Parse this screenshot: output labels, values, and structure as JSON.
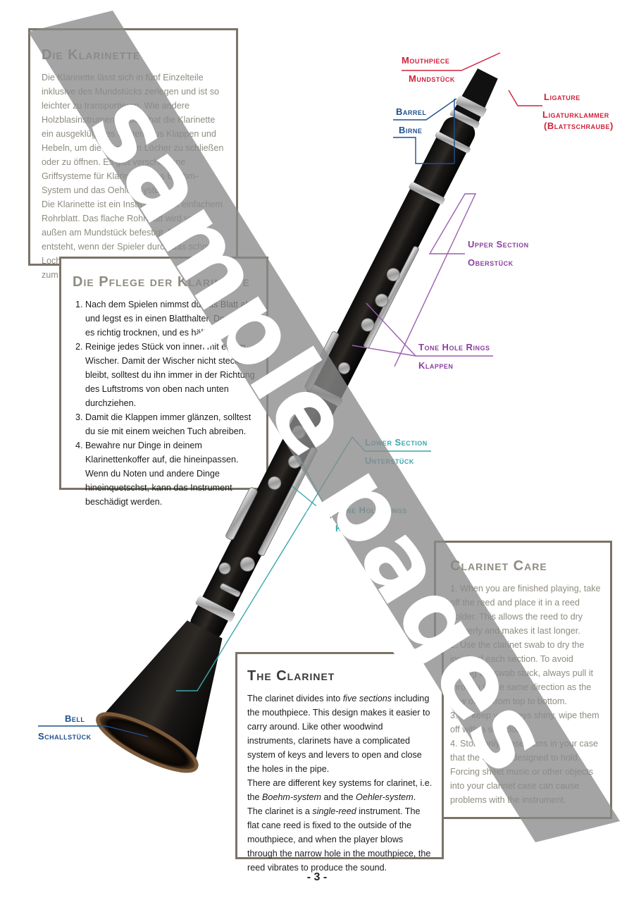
{
  "german_box": {
    "title": "Die Klarinette",
    "paragraphs": [
      "Die Klarinette lässt sich in fünf Einzelteile inklusive des Mundstücks zerlegen und ist so leichter zu transportieren. Wie andere Holzblasinstrumente auch, hat die Klarinette ein ausgeklügeltes System aus Klappen und Hebeln, um die einzelnen Löcher zu schließen oder zu öffnen. Es gibt verschiedene Griffsysteme für Klarinette: Das Boehm-System und das Oehler-System.",
      "Die Klarinette ist ein Instrument mit einfachem Rohrblatt. Das flache Rohrblatt wird von außen am Mundstück befestigt. Der Ton entsteht, wenn der Spieler durch das schmale Loch im Mundstück bläst und somit das Blatt zum Vibrieren bringt."
    ]
  },
  "german_care_box": {
    "title": "Die Pflege der Klarinette",
    "items": [
      "Nach dem Spielen nimmst du das Blatt ab und legst es in einen Blatthalter. Dort kann es richtig trocknen, und es hält länger.",
      "Reinige jedes Stück von innen mit einem Wischer. Damit der Wischer nicht stecken bleibt, solltest du ihn immer in der Richtung des Luftstroms von oben nach unten durchziehen.",
      "Damit die Klappen immer glänzen, solltest du sie mit einem weichen Tuch abreiben.",
      "Bewahre nur Dinge in deinem Klarinettenkoffer auf, die hineinpassen. Wenn du Noten und andere Dinge hineinquetschst, kann das Instrument beschädigt werden."
    ]
  },
  "english_care_box": {
    "title": "Clarinet Care",
    "paragraphs": [
      "1. When you are finished playing, take off the reed and place it in a reed holder. This allows the reed to dry properly and makes it last longer.",
      "2. Use the clarinet swab to dry the inside of each section. To avoid getting the swab stuck, always pull it through in the same direction as the flow of air, from top to bottom.",
      "3. To keep your keys shiny, wipe them off with a soft cloth.",
      "4. Store only those items in your case that the case is designed to hold. Forcing sheet music or other objects into your clarinet case can cause problems with the instrument."
    ]
  },
  "english_box": {
    "title": "The Clarinet",
    "p1_a": "The clarinet divides into ",
    "p1_em": "five sections",
    "p1_b": " including the mouthpiece. This design makes it easier to carry around. Like other woodwind instruments, clarinets have a complicated system of keys and levers to open and close the holes in the pipe.",
    "p2_a": "There are different key systems for clarinet, i.e. the ",
    "p2_em1": "Boehm-system",
    "p2_mid": " and the ",
    "p2_em2": "Oehler-system",
    "p2_end": ".",
    "p3_a": "The clarinet is a ",
    "p3_em": "single-reed",
    "p3_b": " instrument. The flat cane reed is fixed to the outside of the mouthpiece, and when the player blows through the narrow hole in the mouthpiece, the reed vibrates to produce the sound."
  },
  "labels": {
    "mouthpiece_en": "Mouthpiece",
    "mouthpiece_de": "Mundstück",
    "ligature_en": "Ligature",
    "ligature_de": "Ligaturklammer",
    "ligature_de2": "(Blattschraube)",
    "barrel_en": "Barrel",
    "barrel_de": "Birne",
    "upper_en": "Upper Section",
    "upper_de": "Oberstück",
    "tone_rings_upper_en": "Tone Hole Rings",
    "tone_rings_upper_de": "Klappen",
    "lower_en": "Lower Section",
    "lower_de": "Unterstück",
    "tone_rings_lower_en": "Tone Hole Rings",
    "tone_rings_lower_de": "Klappen",
    "bell_en": "Bell",
    "bell_de": "Schallstück"
  },
  "colors": {
    "red": "#d0213a",
    "blue": "#1f4e8c",
    "purple": "#8c3ea0",
    "teal": "#3aa6ad",
    "watermark": "#8a8a8a"
  },
  "watermark_text": "sample pages",
  "page_number": "- 3 -"
}
